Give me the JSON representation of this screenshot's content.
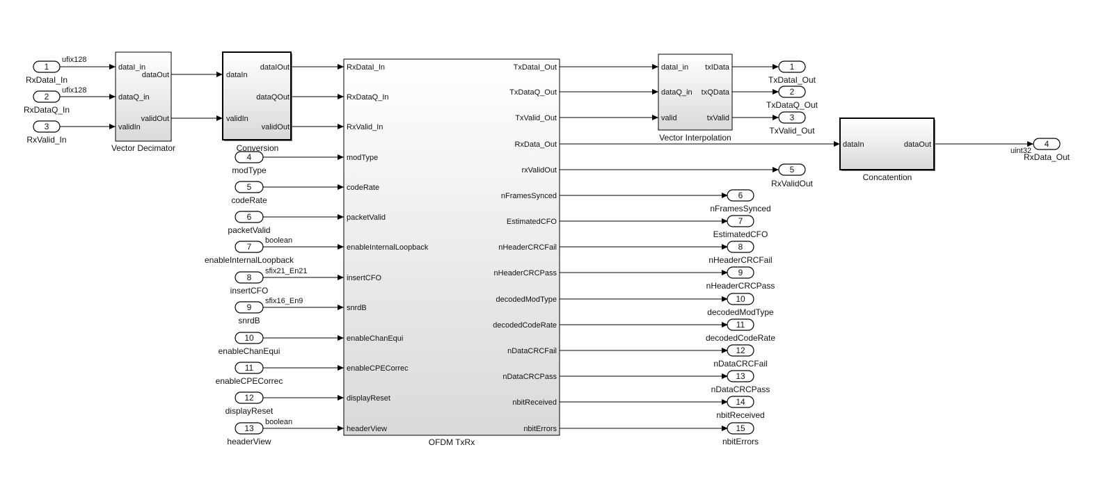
{
  "blocks": {
    "vector_decimator": {
      "name": "Vector Decimator",
      "inputs": [
        "dataI_in",
        "dataQ_in",
        "validIn"
      ],
      "outputs": [
        "dataOut",
        "validOut"
      ]
    },
    "conversion": {
      "name": "Conversion",
      "inputs": [
        "dataIn",
        "validIn"
      ],
      "outputs": [
        "dataIOut",
        "dataQOut",
        "validOut"
      ]
    },
    "ofdm": {
      "name": "OFDM TxRx",
      "inputs": [
        "RxDataI_In",
        "RxDataQ_In",
        "RxValid_In",
        "modType",
        "codeRate",
        "packetValid",
        "enableInternalLoopback",
        "insertCFO",
        "snrdB",
        "enableChanEqui",
        "enableCPECorrec",
        "displayReset",
        "headerView"
      ],
      "outputs": [
        "TxDataI_Out",
        "TxDataQ_Out",
        "TxValid_Out",
        "RxData_Out",
        "rxValidOut",
        "nFramesSynced",
        "EstimatedCFO",
        "nHeaderCRCFail",
        "nHeaderCRCPass",
        "decodedModType",
        "decodedCodeRate",
        "nDataCRCFail",
        "nDataCRCPass",
        "nbitReceived",
        "nbitErrors"
      ]
    },
    "vector_interpolation": {
      "name": "Vector Interpolation",
      "inputs": [
        "dataI_in",
        "dataQ_in",
        "valid"
      ],
      "outputs": [
        "txIData",
        "txQData",
        "txValid"
      ]
    },
    "concatention": {
      "name": "Concatention",
      "inputs": [
        "dataIn"
      ],
      "outputs": [
        "dataOut"
      ]
    }
  },
  "inports": [
    {
      "num": "1",
      "name": "RxDataI_In"
    },
    {
      "num": "2",
      "name": "RxDataQ_In"
    },
    {
      "num": "3",
      "name": "RxValid_In"
    },
    {
      "num": "4",
      "name": "modType"
    },
    {
      "num": "5",
      "name": "codeRate"
    },
    {
      "num": "6",
      "name": "packetValid"
    },
    {
      "num": "7",
      "name": "enableInternalLoopback"
    },
    {
      "num": "8",
      "name": "insertCFO"
    },
    {
      "num": "9",
      "name": "snrdB"
    },
    {
      "num": "10",
      "name": "enableChanEqui"
    },
    {
      "num": "11",
      "name": "enableCPECorrec"
    },
    {
      "num": "12",
      "name": "displayReset"
    },
    {
      "num": "13",
      "name": "headerView"
    }
  ],
  "outports": [
    {
      "num": "1",
      "name": "TxDataI_Out"
    },
    {
      "num": "2",
      "name": "TxDataQ_Out"
    },
    {
      "num": "3",
      "name": "TxValid_Out"
    },
    {
      "num": "4",
      "name": "RxData_Out"
    },
    {
      "num": "5",
      "name": "RxValidOut"
    },
    {
      "num": "6",
      "name": "nFramesSynced"
    },
    {
      "num": "7",
      "name": "EstimatedCFO"
    },
    {
      "num": "8",
      "name": "nHeaderCRCFail"
    },
    {
      "num": "9",
      "name": "nHeaderCRCPass"
    },
    {
      "num": "10",
      "name": "decodedModType"
    },
    {
      "num": "11",
      "name": "decodedCodeRate"
    },
    {
      "num": "12",
      "name": "nDataCRCFail"
    },
    {
      "num": "13",
      "name": "nDataCRCPass"
    },
    {
      "num": "14",
      "name": "nbitReceived"
    },
    {
      "num": "15",
      "name": "nbitErrors"
    }
  ],
  "signal_types": {
    "rx_i": "ufix128",
    "rx_q": "ufix128",
    "loopback": "boolean",
    "cfo": "sfix21_En21",
    "snr": "sfix16_En9",
    "header_view": "boolean",
    "rx_data_out": "uint32"
  },
  "colors": {
    "line": "#000000",
    "block_top": "#ffffff",
    "block_bottom": "#d9d9d9",
    "background": "#ffffff"
  }
}
